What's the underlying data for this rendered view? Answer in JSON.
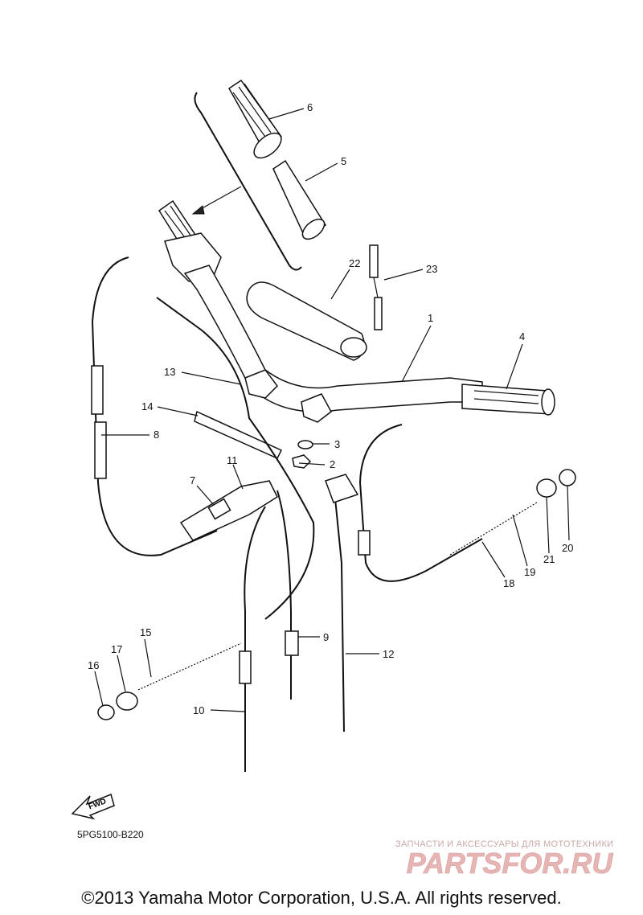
{
  "diagram": {
    "callouts": [
      "1",
      "2",
      "3",
      "4",
      "5",
      "6",
      "7",
      "8",
      "9",
      "10",
      "11",
      "12",
      "13",
      "14",
      "15",
      "16",
      "17",
      "18",
      "19",
      "20",
      "21",
      "22",
      "23"
    ],
    "fwd_label": "FWD",
    "ref_code": "5PG5100-B220"
  },
  "watermark": {
    "tagline": "ЗАПЧАСТИ И АКСЕССУАРЫ ДЛЯ МОТОТЕХНИКИ",
    "logo": "PARTSFOR.RU"
  },
  "footer": {
    "copyright": "©2013 Yamaha Motor Corporation, U.S.A. All rights reserved."
  }
}
